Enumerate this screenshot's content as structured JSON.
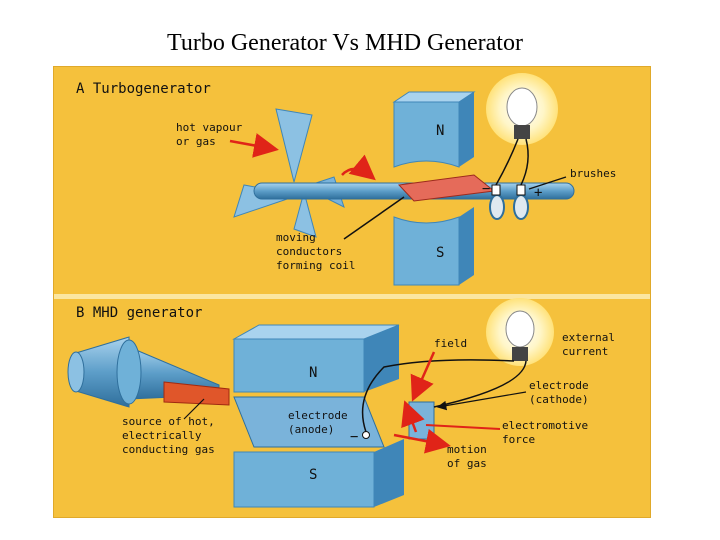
{
  "slide": {
    "title": "Turbo Generator Vs MHD Generator"
  },
  "panel_a": {
    "heading": "A  Turbogenerator",
    "pole_north": "N",
    "pole_south": "S",
    "labels": {
      "hot_vapour": [
        "hot vapour",
        "or gas"
      ],
      "moving_conductors": [
        "moving",
        "conductors",
        "forming coil"
      ],
      "brushes": "brushes"
    },
    "polarity_minus": "−",
    "polarity_plus": "+"
  },
  "panel_b": {
    "heading": "B  MHD generator",
    "pole_north": "N",
    "pole_south": "S",
    "labels": {
      "field": "field",
      "external_current": [
        "external",
        "current"
      ],
      "electrode_cathode": [
        "electrode",
        "(cathode)"
      ],
      "electromotive_force": [
        "electromotive",
        "force"
      ],
      "motion_of_gas": [
        "motion",
        "of gas"
      ],
      "electrode_anode": [
        "electrode",
        "(anode)"
      ],
      "source_gas": [
        "source of hot,",
        "electrically",
        "conducting gas"
      ]
    },
    "polarity_minus": "−"
  },
  "colors": {
    "background": "#f5c13c",
    "magnet": "#6fb1d8",
    "magnet_dark": "#3f86b8",
    "arrow": "#e02418",
    "glow": "#fff3b0"
  }
}
